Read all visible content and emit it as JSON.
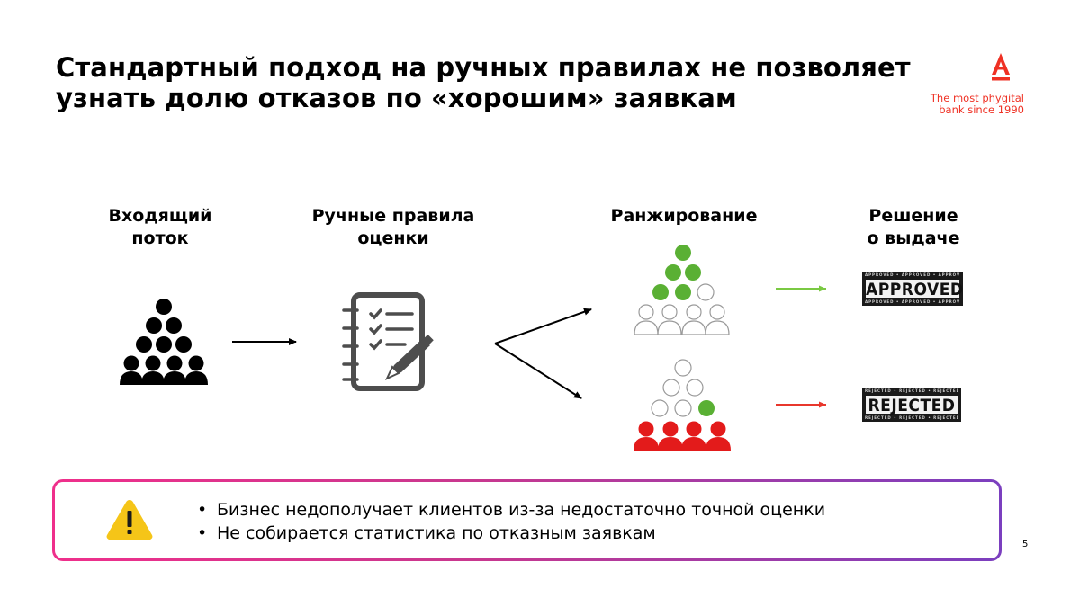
{
  "title": {
    "line1": "Стандартный подход на ручных правилах не позволяет",
    "line2": "узнать долю отказов по «хорошим» заявкам"
  },
  "brand": {
    "logo_icon": "alfa-a-logo",
    "tagline_line1": "The most phygital",
    "tagline_line2": "bank since 1990",
    "color": "#ef3124"
  },
  "steps": {
    "incoming": {
      "line1": "Входящий",
      "line2": "поток"
    },
    "rules": {
      "line1": "Ручные правила",
      "line2": "оценки"
    },
    "ranking": {
      "line1": "Ранжирование"
    },
    "decision": {
      "line1": "Решение",
      "line2": "о выдаче"
    }
  },
  "stamps": {
    "approved": {
      "word": "APPROVED",
      "edge_text": "APPROVED • APPROVED • APPROVED • APPROVED"
    },
    "rejected": {
      "word": "REJECTED",
      "edge_text": "REJECTED • REJECTED • REJECTED • REJECTED"
    }
  },
  "colors": {
    "green": "#5ab034",
    "red": "#e31b1b",
    "arrow_green": "#7ac943",
    "arrow_red": "#e8372c"
  },
  "notice": {
    "icon": "warning-icon",
    "bullets": [
      "Бизнес недополучает клиентов из-за недостаточно точной оценки",
      "Не собирается статистика по отказным заявкам"
    ]
  },
  "page_number": "5"
}
